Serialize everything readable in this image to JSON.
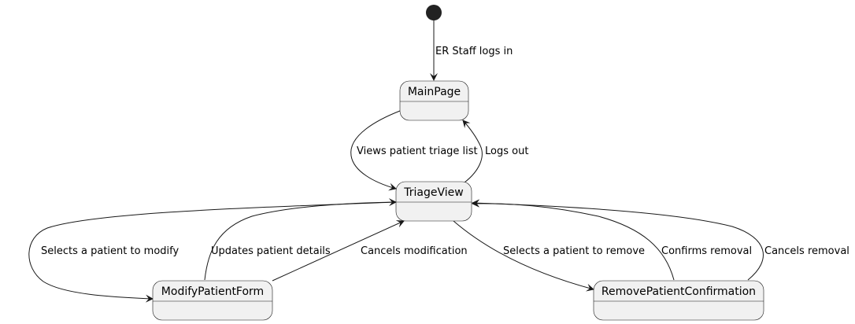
{
  "diagram": {
    "type": "state-diagram",
    "initial_state_fill": "#222222",
    "state_fill": "#f1f1f1",
    "state_stroke": "#181818",
    "states": {
      "main_page": "MainPage",
      "triage_view": "TriageView",
      "modify_patient_form": "ModifyPatientForm",
      "remove_patient_confirmation": "RemovePatientConfirmation"
    },
    "transitions": {
      "staff_logs_in": "ER Staff logs in",
      "views_triage_list": "Views patient triage list",
      "logs_out": "Logs out",
      "selects_modify": "Selects a patient to modify",
      "updates_details": "Updates patient details",
      "cancels_modification": "Cancels modification",
      "selects_remove": "Selects a patient to remove",
      "confirms_removal": "Confirms removal",
      "cancels_removal": "Cancels removal"
    }
  }
}
